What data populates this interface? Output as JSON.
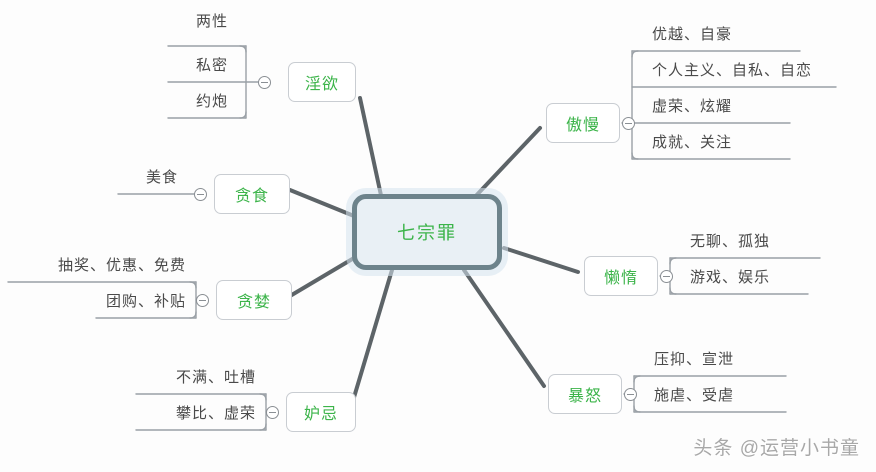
{
  "mindmap": {
    "center": {
      "label": "七宗罪",
      "fill": "#e9f0f5",
      "border": "#6d838b",
      "text_color": "#3cb44a"
    },
    "branch_text_color": "#3cb44a",
    "leaf_text_color": "#4a4a4a",
    "branches": [
      {
        "id": "lust",
        "label": "淫欲",
        "side": "left",
        "leaves": [
          "两性",
          "私密",
          "约炮"
        ]
      },
      {
        "id": "gluttony",
        "label": "贪食",
        "side": "left",
        "leaves": [
          "美食"
        ]
      },
      {
        "id": "greed",
        "label": "贪婪",
        "side": "left",
        "leaves": [
          "抽奖、优惠、免费",
          "团购、补贴"
        ]
      },
      {
        "id": "envy",
        "label": "妒忌",
        "side": "left",
        "leaves": [
          "不满、吐槽",
          "攀比、虚荣"
        ]
      },
      {
        "id": "pride",
        "label": "傲慢",
        "side": "right",
        "leaves": [
          "优越、自豪",
          "个人主义、自私、自恋",
          "虚荣、炫耀",
          "成就、关注"
        ]
      },
      {
        "id": "sloth",
        "label": "懒惰",
        "side": "right",
        "leaves": [
          "无聊、孤独",
          "游戏、娱乐"
        ]
      },
      {
        "id": "wrath",
        "label": "暴怒",
        "side": "right",
        "leaves": [
          "压抑、宣泄",
          "施虐、受虐"
        ]
      }
    ]
  },
  "watermark": {
    "text": "头条 @运营小书童"
  }
}
